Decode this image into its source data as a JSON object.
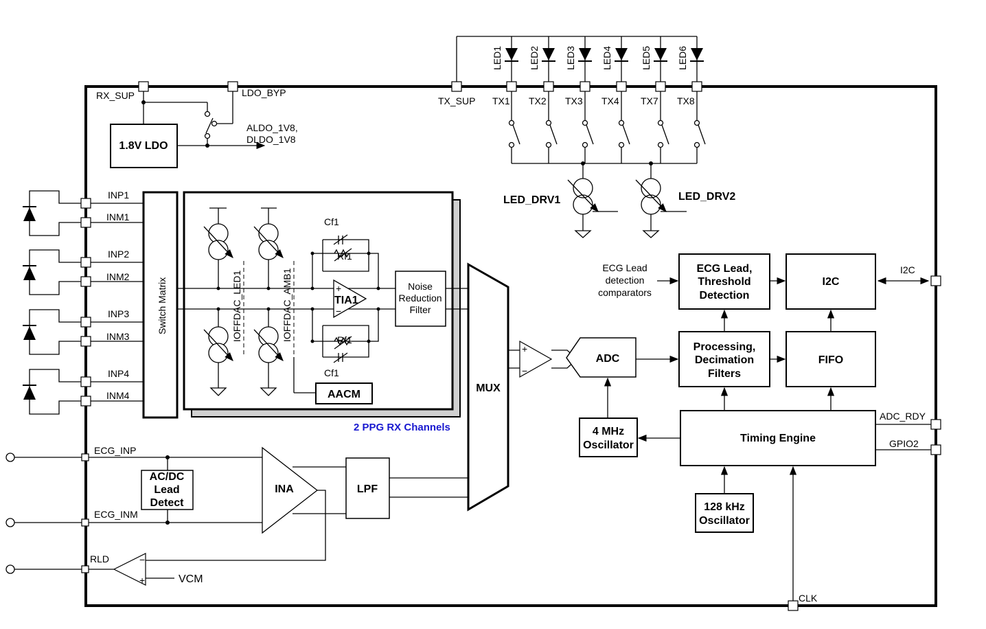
{
  "pins": {
    "rx_sup": "RX_SUP",
    "ldo_byp": "LDO_BYP",
    "tx_sup": "TX_SUP",
    "tx": [
      "TX1",
      "TX2",
      "TX3",
      "TX4",
      "TX7",
      "TX8"
    ],
    "inp1": "INP1",
    "inm1": "INM1",
    "inp2": "INP2",
    "inm2": "INM2",
    "inp3": "INP3",
    "inm3": "INM3",
    "inp4": "INP4",
    "inm4": "INM4",
    "ecg_inp": "ECG_INP",
    "ecg_inm": "ECG_INM",
    "rld": "RLD",
    "vcm": "VCM",
    "i2c": "I2C",
    "adc_rdy": "ADC_RDY",
    "gpio2": "GPIO2",
    "clk": "CLK"
  },
  "leds": [
    "LED1",
    "LED2",
    "LED3",
    "LED4",
    "LED5",
    "LED6"
  ],
  "ldo": {
    "label": "1.8V LDO",
    "out1": "ALDO_1V8,",
    "out2": "DLDO_1V8"
  },
  "drivers": {
    "drv1": "LED_DRV1",
    "drv2": "LED_DRV2"
  },
  "rx": {
    "switch_matrix": "Switch Matrix",
    "ioffdac_led1": "IOFFDAC_LED1",
    "ioffdac_amb1": "IOFFDAC_AMB1",
    "cf1_top": "Cf1",
    "rf1_top": "Rf1",
    "rf1_bot": "Rf1",
    "cf1_bot": "Cf1",
    "tia_plus": "+",
    "tia": "TIA1",
    "tia_minus": "−",
    "nrf_l1": "Noise",
    "nrf_l2": "Reduction",
    "nrf_l3": "Filter",
    "aacm": "AACM",
    "channels": "2 PPG RX Channels"
  },
  "blocks": {
    "mux": "MUX",
    "adc": "ADC",
    "amp_plus": "+",
    "amp_minus": "−",
    "osc4_l1": "4 MHz",
    "osc4_l2": "Oscillator",
    "osc128_l1": "128 kHz",
    "osc128_l2": "Oscillator",
    "ecg_comp_l1": "ECG Lead",
    "ecg_comp_l2": "detection",
    "ecg_comp_l3": "comparators",
    "ecg_lead_l1": "ECG Lead,",
    "ecg_lead_l2": "Threshold",
    "ecg_lead_l3": "Detection",
    "i2c_block": "I2C",
    "proc_l1": "Processing,",
    "proc_l2": "Decimation",
    "proc_l3": "Filters",
    "fifo": "FIFO",
    "timing": "Timing Engine",
    "acdc_l1": "AC/DC",
    "acdc_l2": "Lead",
    "acdc_l3": "Detect",
    "ina": "INA",
    "lpf": "LPF",
    "rld_minus": "−",
    "rld_plus": "+"
  },
  "colors": {
    "line": "#000000",
    "channel_label": "#1a1ad0",
    "shadow": "#d0d0d0"
  }
}
